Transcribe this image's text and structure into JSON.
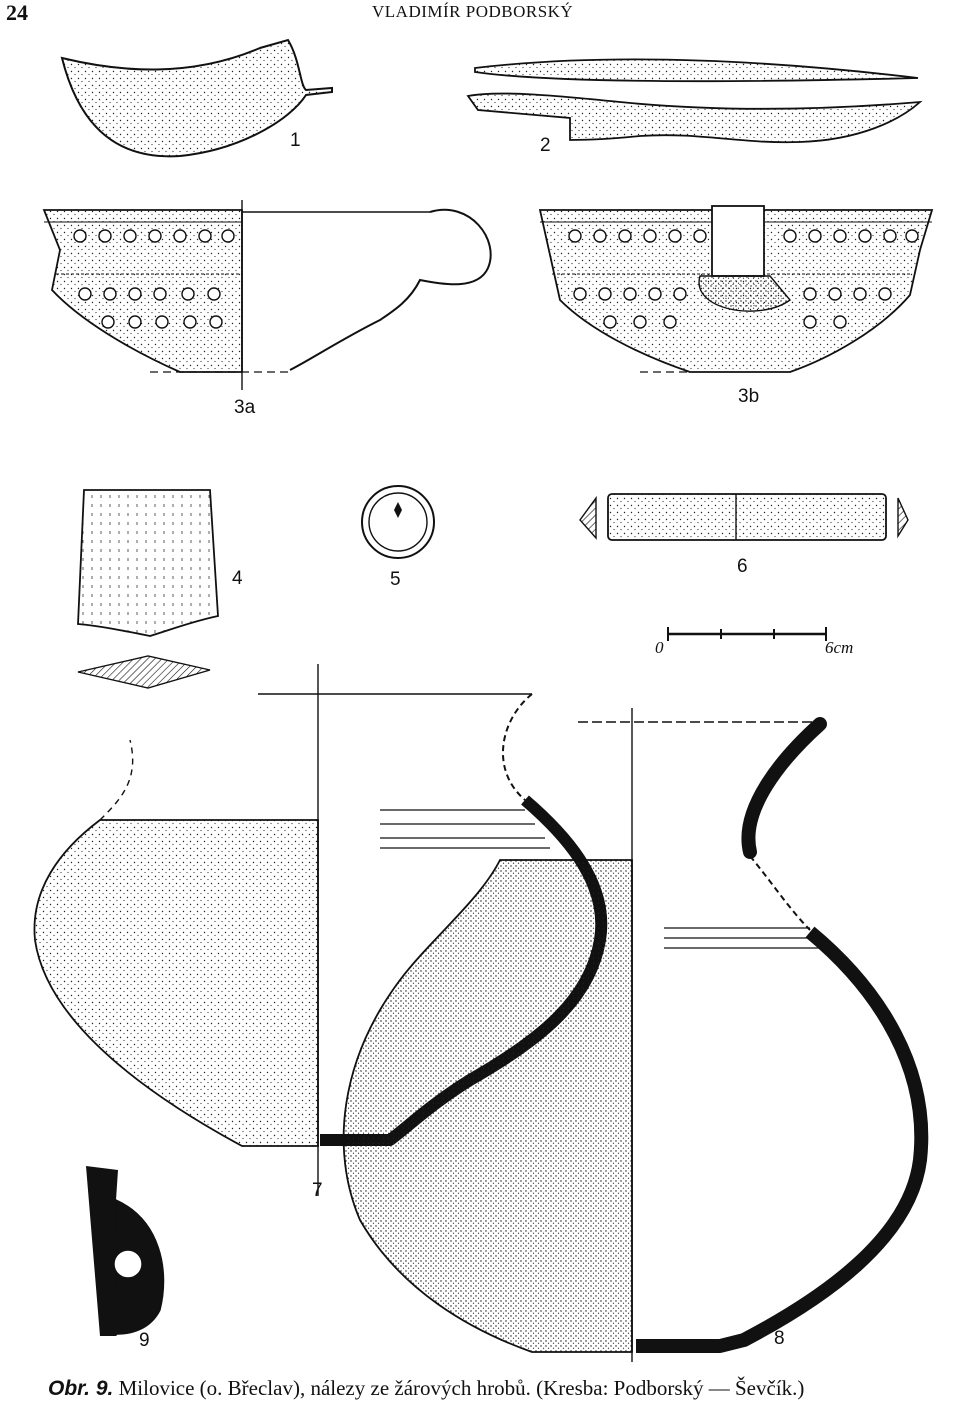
{
  "header": {
    "page_number": "24",
    "author": "VLADIMÍR PODBORSKÝ"
  },
  "figures": [
    {
      "id": "fig-1",
      "label": "1"
    },
    {
      "id": "fig-2",
      "label": "2"
    },
    {
      "id": "fig-3a",
      "label": "3a"
    },
    {
      "id": "fig-3b",
      "label": "3b"
    },
    {
      "id": "fig-4",
      "label": "4"
    },
    {
      "id": "fig-5",
      "label": "5"
    },
    {
      "id": "fig-6",
      "label": "6"
    },
    {
      "id": "fig-7",
      "label": "7"
    },
    {
      "id": "fig-8",
      "label": "8"
    },
    {
      "id": "fig-9",
      "label": "9"
    }
  ],
  "scale_bar": {
    "start": "0",
    "end": "6cm"
  },
  "caption": {
    "prefix": "Obr. 9.",
    "text": "Milovice (o. Břeclav), nálezy ze žárových hrobů. (Kresba: Podborský — Ševčík.)"
  }
}
